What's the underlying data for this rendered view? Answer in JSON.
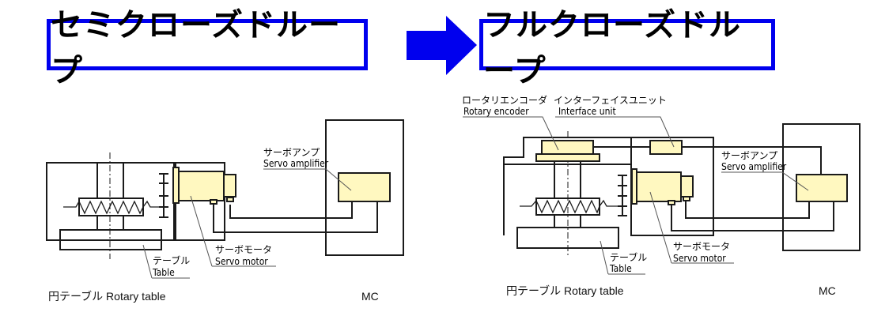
{
  "titles": {
    "left": "セミクローズドループ",
    "right": "フルクローズドループ"
  },
  "arrow_icon": "right-arrow-icon",
  "colors": {
    "accent_blue": "#0000ee",
    "component_fill": "#fff8c0",
    "line": "#1a1a1a"
  },
  "left_diagram": {
    "servo_amplifier_jp": "サーボアンプ",
    "servo_amplifier_en": "Servo amplifier",
    "servo_motor_jp": "サーボモータ",
    "servo_motor_en": "Servo motor",
    "table_jp": "テーブル",
    "table_en": "Table",
    "rotary_table_caption": "円テーブル Rotary table",
    "mc_caption": "MC"
  },
  "right_diagram": {
    "rotary_encoder_jp": "ロータリエンコーダ",
    "rotary_encoder_en": "Rotary encoder",
    "interface_unit_jp": "インターフェイスユニット",
    "interface_unit_en": "Interface unit",
    "servo_amplifier_jp": "サーボアンプ",
    "servo_amplifier_en": "Servo amplifier",
    "servo_motor_jp": "サーボモータ",
    "servo_motor_en": "Servo motor",
    "table_jp": "テーブル",
    "table_en": "Table",
    "rotary_table_caption": "円テーブル Rotary table",
    "mc_caption": "MC"
  }
}
